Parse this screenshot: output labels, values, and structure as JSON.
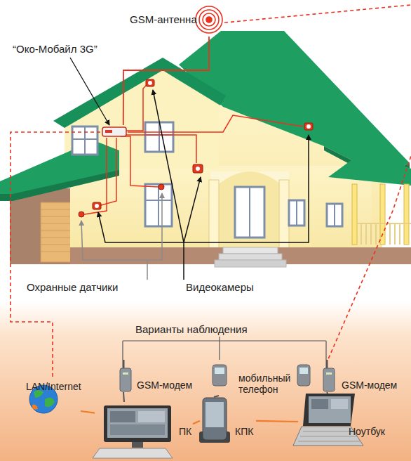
{
  "diagram": {
    "nodes": [
      {
        "text": [
          "GSM-антенна"
        ]
      },
      {
        "text": [
          "“Око-Мобайл 3G”"
        ]
      },
      {
        "text": [
          "LAN/Internet"
        ]
      },
      {
        "text": [
          "GSM-модем"
        ]
      },
      {
        "text": [
          "мобильный телефон"
        ]
      },
      {
        "text": [
          "GSM-модем"
        ]
      },
      {
        "text": [
          "ПК"
        ]
      },
      {
        "text": [
          "КПК"
        ]
      },
      {
        "text": [
          "Ноутбук"
        ]
      }
    ],
    "edges": [
      {
        "from": 0,
        "to": 1,
        "arrow": "none"
      },
      {
        "from": 1,
        "to": 2,
        "arrow": "none"
      },
      {
        "from": 0,
        "to": 5,
        "arrow": "none"
      },
      {
        "from": 2,
        "to": 6,
        "arrow": "none"
      },
      {
        "from": 3,
        "to": 6,
        "arrow": "none"
      },
      {
        "from": 4,
        "to": 7,
        "arrow": "none"
      },
      {
        "from": 5,
        "to": 8,
        "arrow": "none"
      },
      {
        "from": 6,
        "to": 7,
        "arrow": "none"
      },
      {
        "from": 7,
        "to": 8,
        "arrow": "none"
      }
    ],
    "labels": [
      "Охранные датчики",
      "Видеокамеры",
      "Варианты наблюдения"
    ]
  }
}
